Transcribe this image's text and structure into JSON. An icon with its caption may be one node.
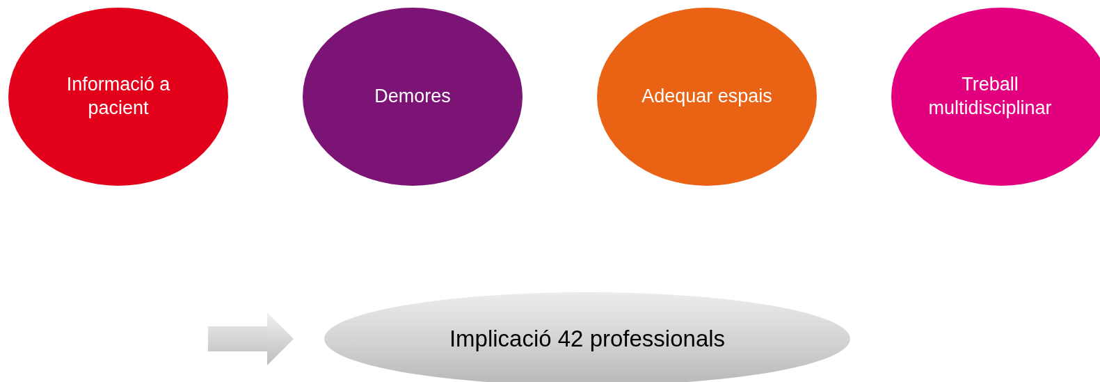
{
  "diagram": {
    "nodes": [
      {
        "text": [
          "Informació a pacient"
        ]
      },
      {
        "text": [
          "Demores"
        ]
      },
      {
        "text": [
          "Adequar espais"
        ]
      },
      {
        "text": [
          "Treball multidisciplinar"
        ]
      },
      {
        "text": [
          "Implicació 42 professionals"
        ]
      }
    ],
    "edges": [
      {
        "from": null,
        "to": 4,
        "arrow": "to",
        "style": "thick"
      }
    ]
  }
}
